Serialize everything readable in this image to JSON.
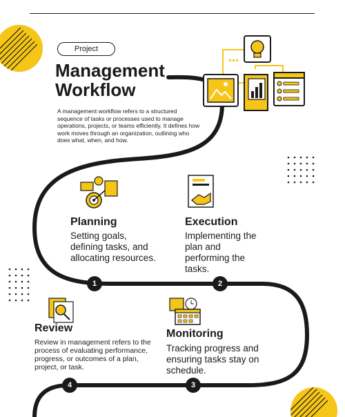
{
  "header": {
    "tag": "Project",
    "title_line1": "Management",
    "title_line2": "Workflow",
    "intro": "A management workflow refers to a structured sequence of tasks or processes used to manage operations, projects, or teams efficiently. It defines how work moves through an organization, outlining who does what, when, and how."
  },
  "stages": {
    "planning": {
      "title": "Planning",
      "text": "Setting goals, defining tasks, and allocating resources.",
      "step": "1"
    },
    "execution": {
      "title": "Execution",
      "text": "Implementing the plan and performing the tasks.",
      "step": "2"
    },
    "monitoring": {
      "title": "Monitoring",
      "text": "Tracking progress and ensuring tasks stay on schedule.",
      "step": "3"
    },
    "review": {
      "title": "Review",
      "text": "Review in management refers to the process of evaluating performance, progress, or outcomes of a plan, project, or task.",
      "step": "4"
    }
  },
  "colors": {
    "accent": "#F5C518",
    "ink": "#1a1a1a"
  },
  "icons": [
    "image-icon",
    "lightbulb-icon",
    "chart-document-icon",
    "checklist-icon",
    "planning-target-icon",
    "handshake-icon",
    "calendar-icon",
    "magnifier-icon"
  ]
}
